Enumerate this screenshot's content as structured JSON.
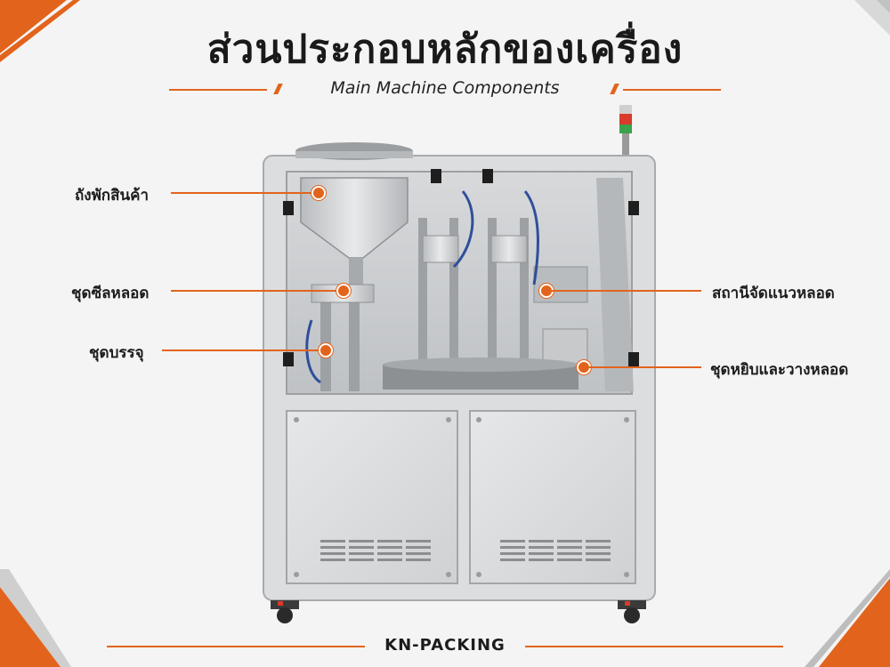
{
  "header": {
    "title": "ส่วนประกอบหลักของเครื่อง",
    "subtitle": "Main Machine Components"
  },
  "components": {
    "hopper": "ถังพักสินค้า",
    "tube_sealing": "ชุดซีลหลอด",
    "filling": "ชุดบรรจุ",
    "tube_orientation": "สถานีจัดแนวหลอด",
    "tube_pick_place": "ชุดหยิบและวางหลอด"
  },
  "footer": {
    "brand": "KN-PACKING"
  },
  "colors": {
    "accent": "#e2641c",
    "text": "#1c1c1c",
    "background": "#f4f4f4",
    "steel": "#c9cbcd"
  }
}
